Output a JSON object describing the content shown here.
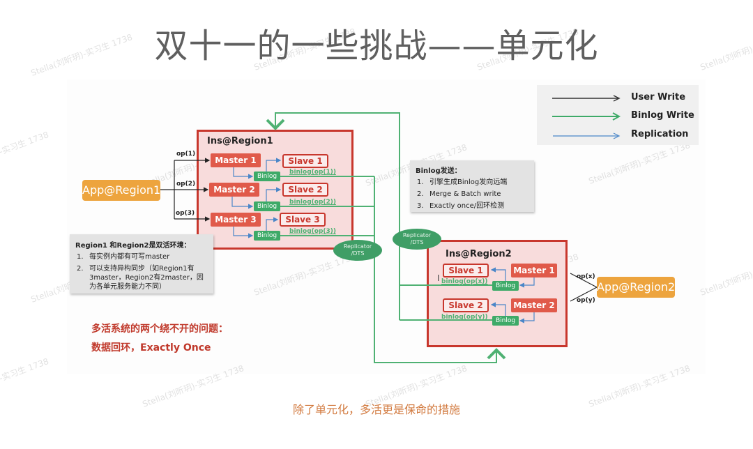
{
  "title": "双十一的一些挑战——单元化",
  "legend": {
    "items": [
      {
        "label": "User Write",
        "color": "#333333"
      },
      {
        "label": "Binlog Write",
        "color": "#3eaa68"
      },
      {
        "label": "Replication",
        "color": "#4a86c8"
      }
    ]
  },
  "region1": {
    "title": "Ins@Region1",
    "app": "App@Region1",
    "ops": [
      "op(1)",
      "op(2)",
      "op(3)"
    ],
    "masters": [
      "Master 1",
      "Master 2",
      "Master 3"
    ],
    "slaves": [
      "Slave 1",
      "Slave 2",
      "Slave 3"
    ],
    "binlog": "Binlog",
    "binlog_labels": [
      "binlog(op(1))",
      "binlog(op(2))",
      "binlog(op(3))"
    ]
  },
  "region2": {
    "title": "Ins@Region2",
    "app": "App@Region2",
    "ops": [
      "op(x)",
      "op(y)"
    ],
    "masters": [
      "Master 1",
      "Master 2"
    ],
    "slaves": [
      "Slave 1",
      "Slave 2"
    ],
    "binlog": "Binlog",
    "binlog_labels": [
      "binlog(op(x))",
      "binlog(op(y))"
    ]
  },
  "replicator": {
    "line1": "Replicator",
    "line2": "/DTS"
  },
  "note_env": {
    "title": "Region1 和Region2是双活环境：",
    "items": [
      {
        "num": "1.",
        "text": "每实例内都有可写master"
      },
      {
        "num": "2.",
        "text": "可以支持异构同步（如Region1有3master，Region2有2master，因为各单元服务能力不同）"
      }
    ]
  },
  "note_binlog": {
    "title": "Binlog发送：",
    "items": [
      {
        "num": "1.",
        "text": "引擎生成Binlog发向远端"
      },
      {
        "num": "2.",
        "text": "Merge & Batch write"
      },
      {
        "num": "3.",
        "text": "Exactly once/回环检测"
      }
    ]
  },
  "problem": {
    "line1": "多活系统的两个绕不开的问题：",
    "line2": "数据回环，Exactly Once"
  },
  "caption": "除了单元化，多活更是保命的措施",
  "watermark": "Stella(刘昕玥)-实习生 1738",
  "colors": {
    "region_border": "#c8372d",
    "region_fill": "#f8dcdc",
    "master": "#e05a4a",
    "binlog": "#3eaa68",
    "app": "#eda43e",
    "replication": "#4a86c8",
    "problem_text": "#c0392b",
    "caption_text": "#d27a3f"
  }
}
